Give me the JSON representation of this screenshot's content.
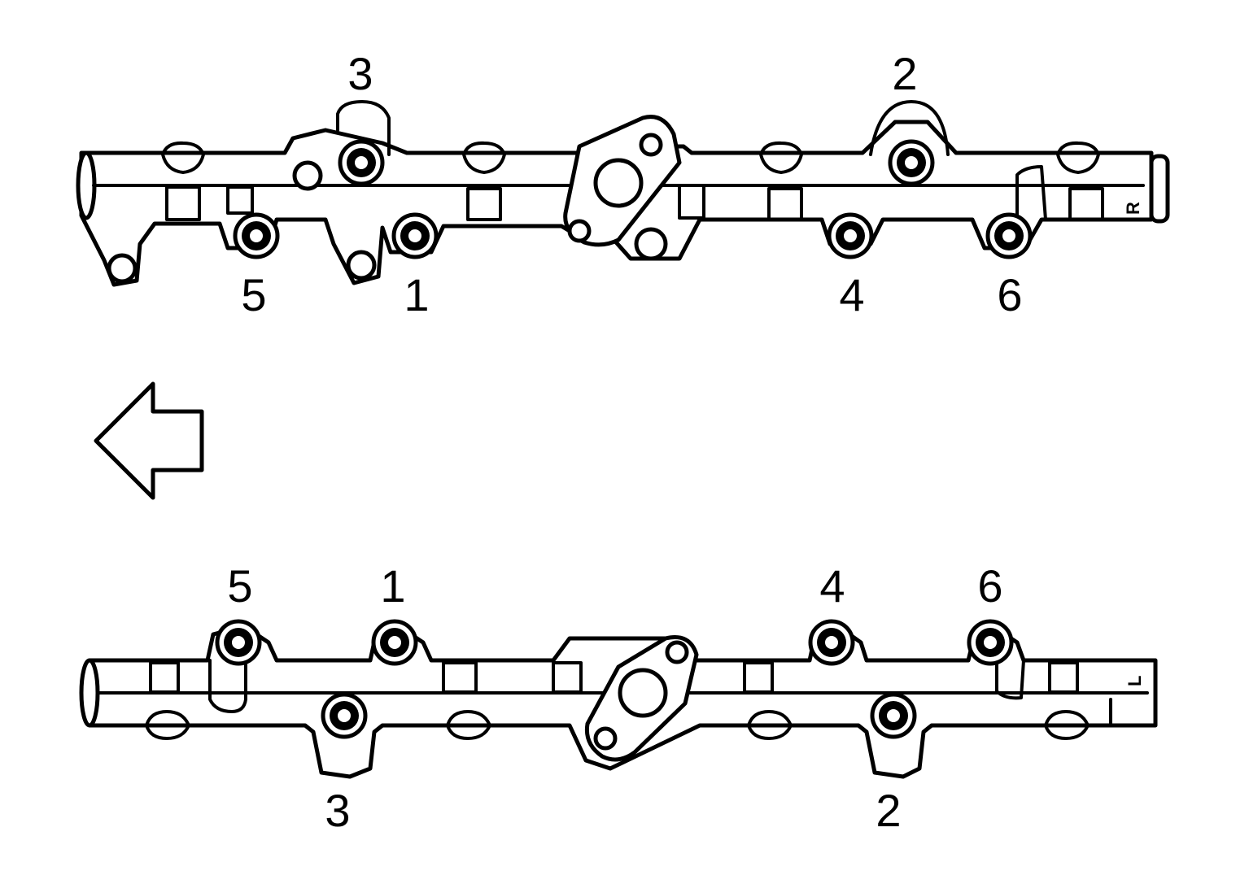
{
  "upper_rail": {
    "side_mark": "R",
    "labels": {
      "b1": "1",
      "b2": "2",
      "b3": "3",
      "b4": "4",
      "b5": "5",
      "b6": "6"
    }
  },
  "lower_rail": {
    "side_mark": "L",
    "labels": {
      "b1": "1",
      "b2": "2",
      "b3": "3",
      "b4": "4",
      "b5": "5",
      "b6": "6"
    }
  },
  "direction_arrow": {
    "icon": "front-direction-arrow-icon",
    "points": "left"
  }
}
